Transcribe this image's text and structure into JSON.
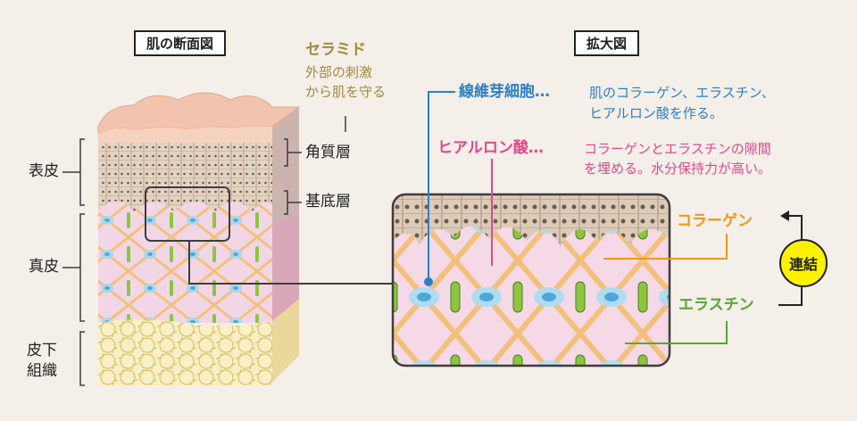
{
  "titles": {
    "cross_section": "肌の断面図",
    "enlarged": "拡大図"
  },
  "layers": {
    "epidermis": "表皮",
    "dermis": "真皮",
    "subcutaneous_line1": "皮下",
    "subcutaneous_line2": "組織",
    "stratum_corneum": "角質層",
    "basal_layer": "基底層"
  },
  "ceramide": {
    "name": "セラミド",
    "desc_line1": "外部の刺激",
    "desc_line2": "から肌を守る"
  },
  "fibroblast": {
    "name": "線維芽細胞…",
    "desc_line1": "肌のコラーゲン、エラスチン、",
    "desc_line2": "ヒアルロン酸を作る。"
  },
  "hyaluronic": {
    "name": "ヒアルロン酸…",
    "desc_line1": "コラーゲンとエラスチンの隙間",
    "desc_line2": "を埋める。水分保持力が高い。"
  },
  "collagen": "コラーゲン",
  "elastin": "エラスチン",
  "link": "連結",
  "colors": {
    "ceramide": "#a08a3c",
    "fibroblast": "#2e7fc2",
    "hyaluronic": "#e0488e",
    "collagen": "#f0961e",
    "elastin": "#55a832",
    "link_circle": "#fff200"
  }
}
